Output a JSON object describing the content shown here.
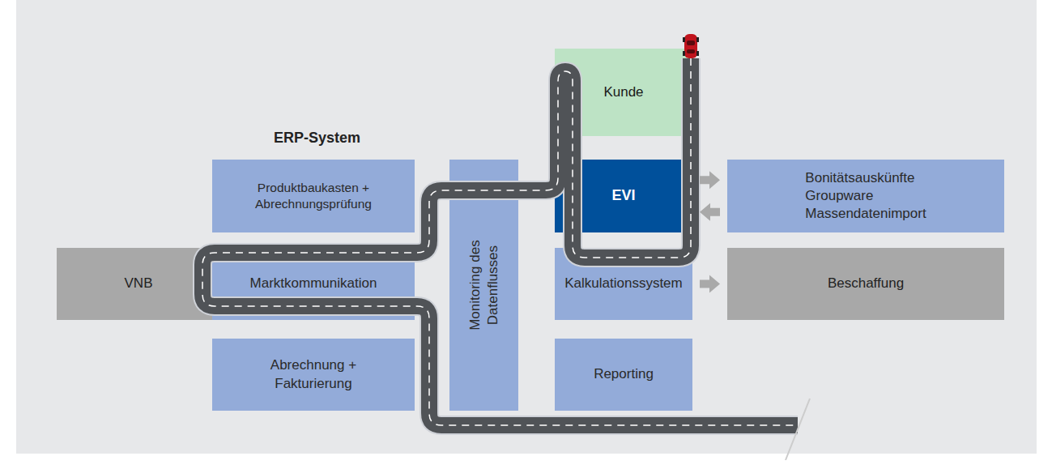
{
  "diagram": {
    "nodes": [
      {
        "text": [
          "Kunde"
        ]
      },
      {
        "text": [
          "EVI"
        ]
      },
      {
        "text": [
          "Bonitätsauskünfte",
          "Groupware",
          "Massendatenimport"
        ]
      },
      {
        "text": [
          "Produktbaukasten + Abrechnungsprüfung"
        ]
      },
      {
        "text": [
          "Monitoring des Datenflusses"
        ]
      },
      {
        "text": [
          "VNB"
        ]
      },
      {
        "text": [
          "Marktkommunikation"
        ]
      },
      {
        "text": [
          "Kalkulationssystem"
        ]
      },
      {
        "text": [
          "Beschaffung"
        ]
      },
      {
        "text": [
          "Abrechnung + Fakturierung"
        ]
      },
      {
        "text": [
          "Reporting"
        ]
      }
    ],
    "edges": [
      {
        "from": 1,
        "to": 2,
        "arrow": "to"
      },
      {
        "from": 2,
        "to": 1,
        "arrow": "to"
      },
      {
        "from": 7,
        "to": 8,
        "arrow": "to"
      }
    ],
    "labels": [
      "ERP-System"
    ]
  }
}
